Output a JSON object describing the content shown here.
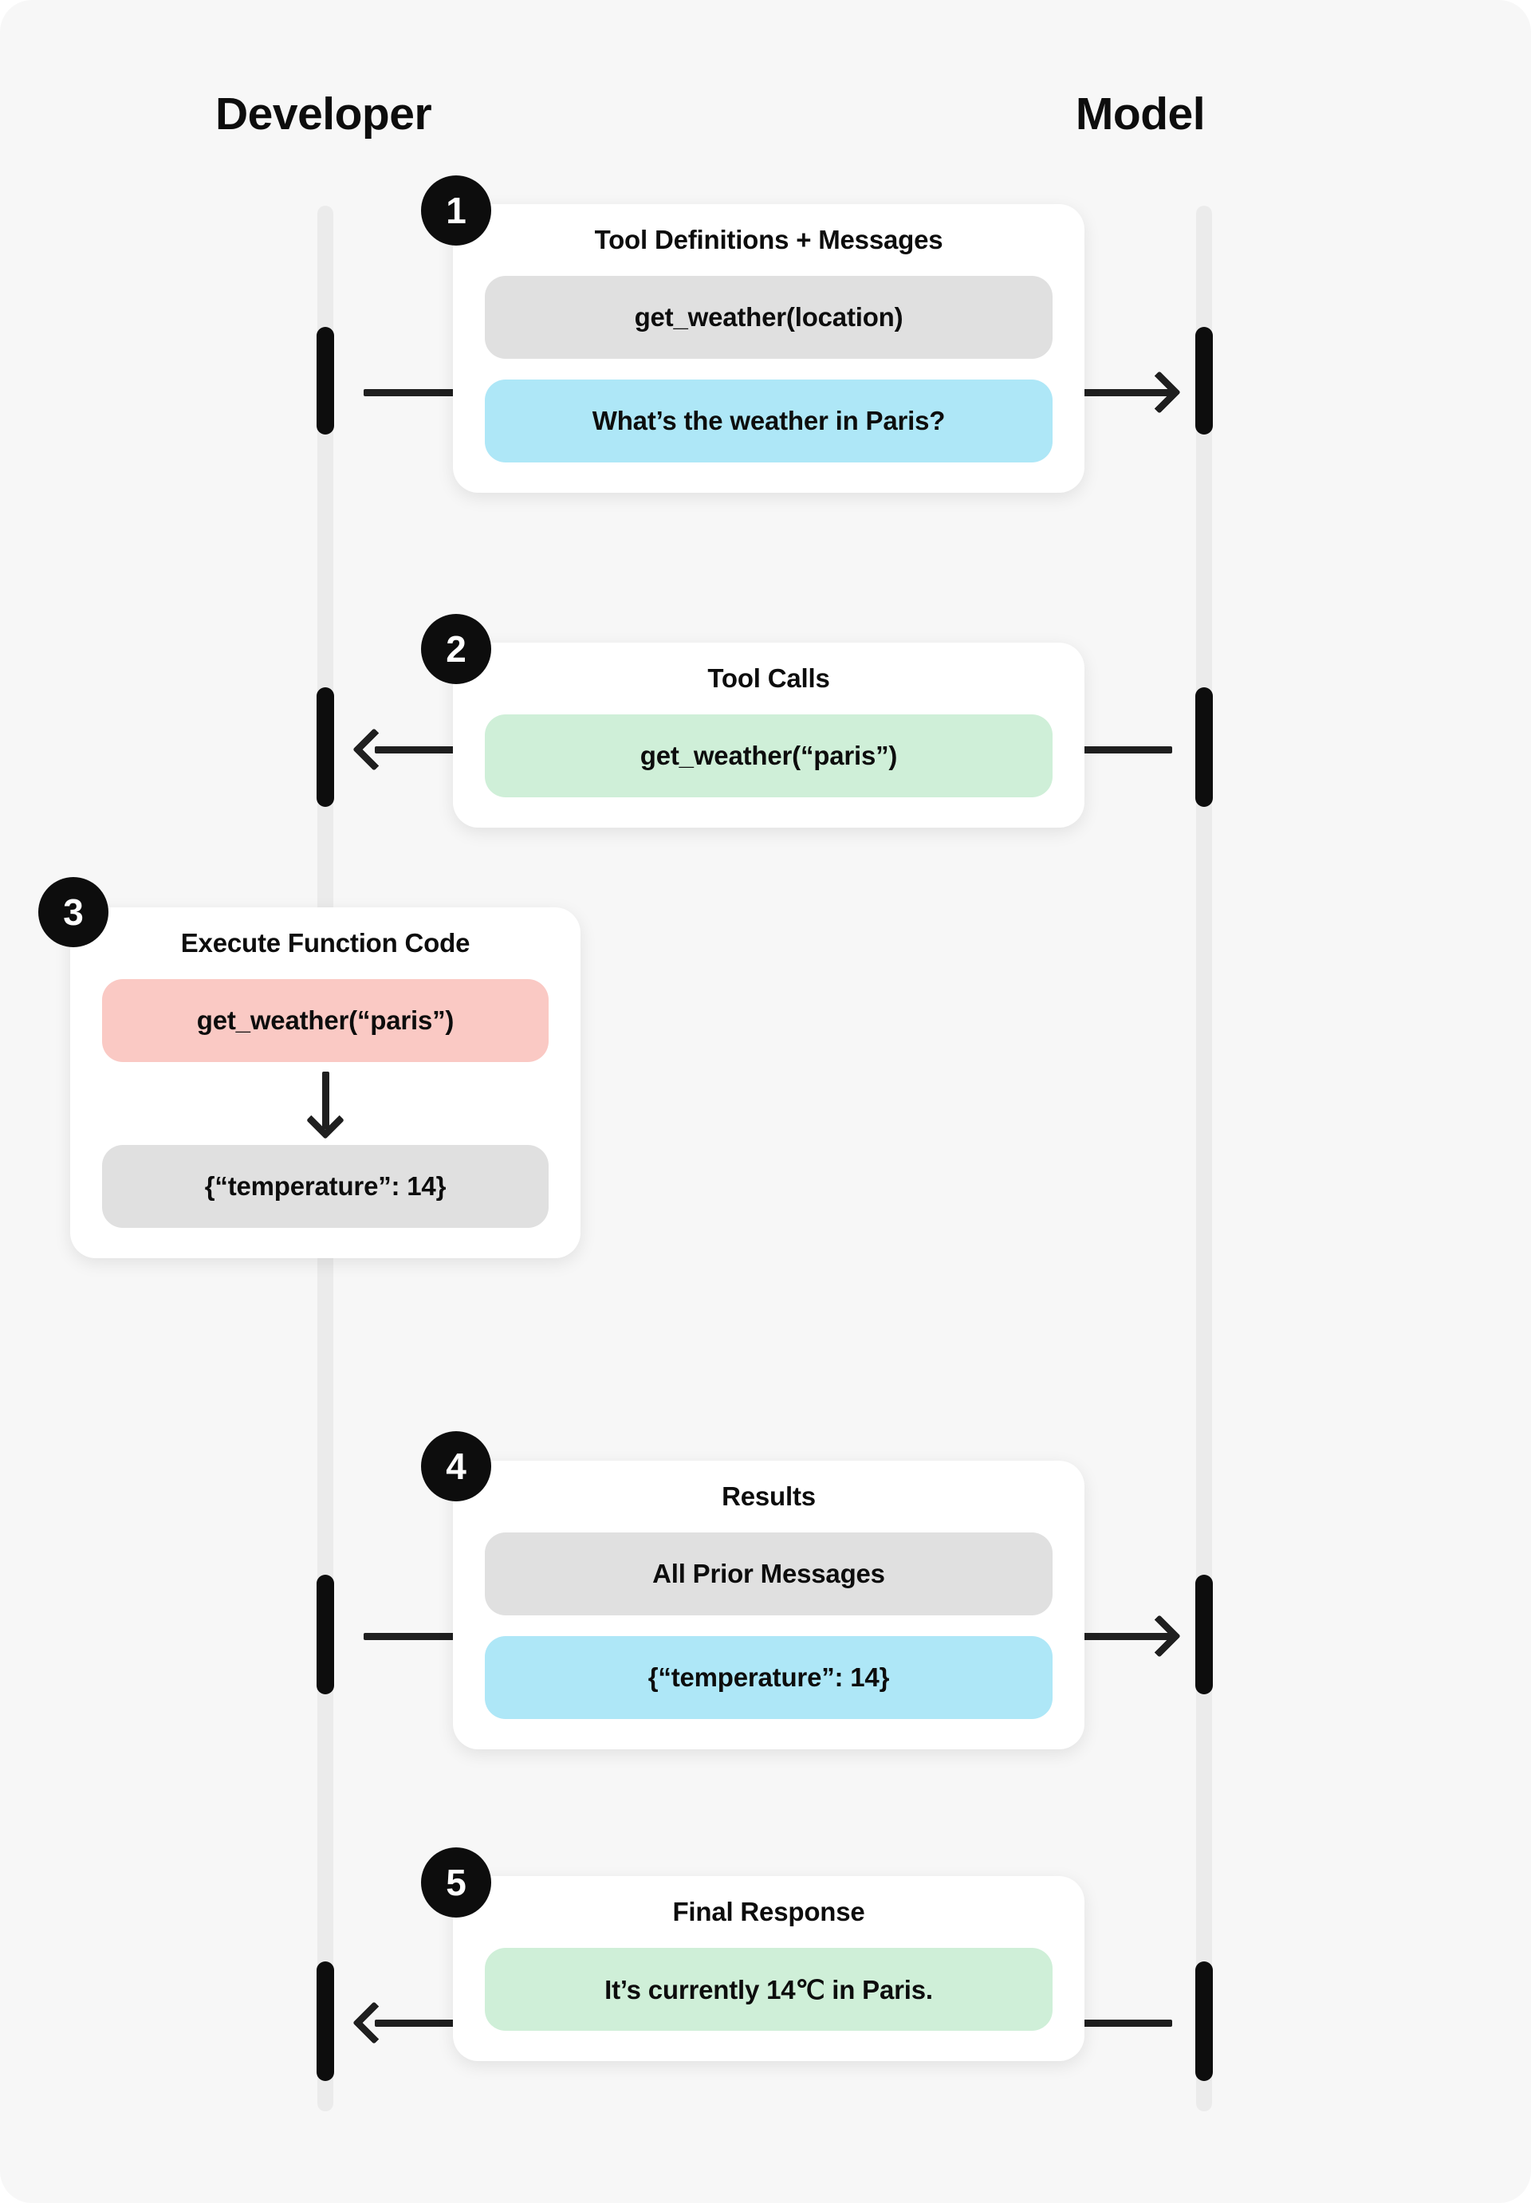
{
  "columns": {
    "left_label": "Developer",
    "right_label": "Model"
  },
  "colors": {
    "background": "#f7f7f7",
    "card": "#ffffff",
    "lifeline": "#ebebeb",
    "ink": "#0d0d0d",
    "pill_gray": "#e0e0e0",
    "pill_blue": "#aee7f7",
    "pill_green": "#cfefd8",
    "pill_pink": "#fac9c4"
  },
  "steps": [
    {
      "number": "1",
      "title": "Tool Definitions + Messages",
      "direction": "developer-to-model",
      "pills": [
        {
          "text": "get_weather(location)",
          "color": "gray"
        },
        {
          "text": "What’s the weather in Paris?",
          "color": "blue"
        }
      ]
    },
    {
      "number": "2",
      "title": "Tool Calls",
      "direction": "model-to-developer",
      "pills": [
        {
          "text": "get_weather(“paris”)",
          "color": "green"
        }
      ]
    },
    {
      "number": "3",
      "title": "Execute Function Code",
      "direction": "developer-internal",
      "pills": [
        {
          "text": "get_weather(“paris”)",
          "color": "pink"
        },
        {
          "text": "{“temperature”: 14}",
          "color": "gray"
        }
      ],
      "inner_arrow": "down-arrow-icon"
    },
    {
      "number": "4",
      "title": "Results",
      "direction": "developer-to-model",
      "pills": [
        {
          "text": "All Prior Messages",
          "color": "gray"
        },
        {
          "text": "{“temperature”: 14}",
          "color": "blue"
        }
      ]
    },
    {
      "number": "5",
      "title": "Final Response",
      "direction": "model-to-developer",
      "pills": [
        {
          "text": "It’s currently 14℃ in Paris.",
          "color": "green"
        }
      ]
    }
  ]
}
